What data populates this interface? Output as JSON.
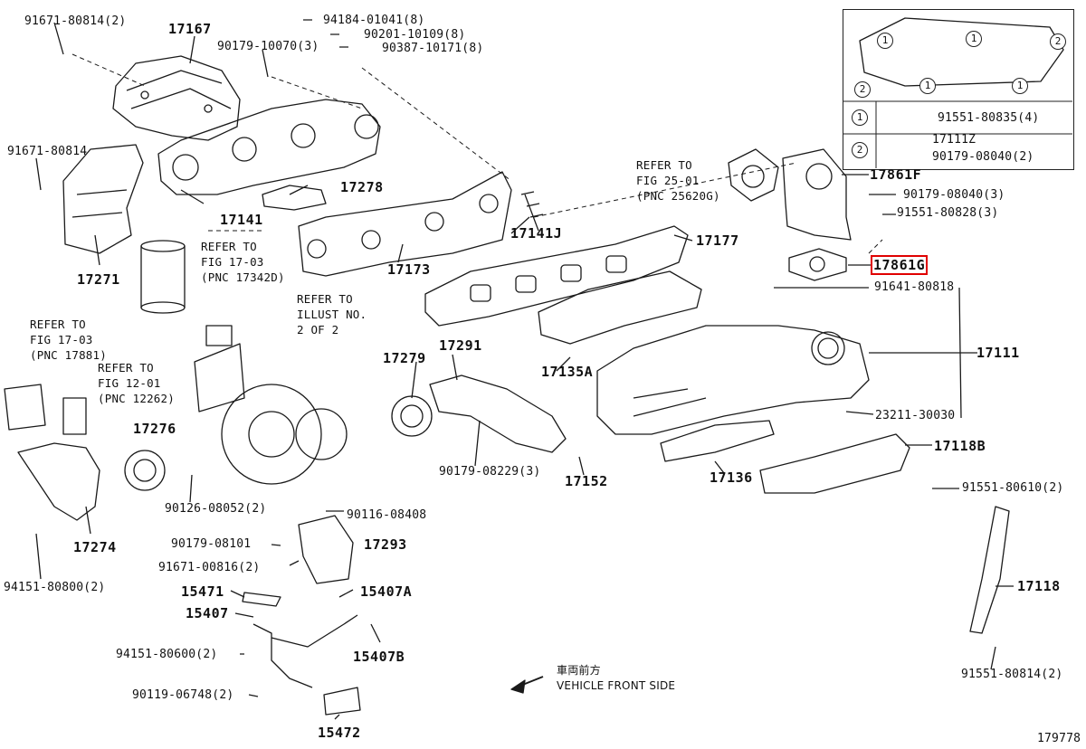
{
  "labels": {
    "p91671_80814_2": "91671-80814(2)",
    "p17167": "17167",
    "p90179_10070_3": "90179-10070(3)",
    "p94184_01041_8": "94184-01041(8)",
    "p90201_10109_8": "90201-10109(8)",
    "p90387_10171_8": "90387-10171(8)",
    "p91671_80814": "91671-80814",
    "p17278": "17278",
    "p17141": "17141",
    "p17271": "17271",
    "p17141J": "17141J",
    "p17177": "17177",
    "p17173": "17173",
    "p17861F": "17861F",
    "p90179_08040_3": "90179-08040(3)",
    "p91551_80828_3": "91551-80828(3)",
    "p17861G": "17861G",
    "p91641_80818": "91641-80818",
    "p17111": "17111",
    "p17135A": "17135A",
    "p17279": "17279",
    "p17291": "17291",
    "p23211_30030": "23211-30030",
    "p17276": "17276",
    "p17118B": "17118B",
    "p90179_08229_3": "90179-08229(3)",
    "p17152": "17152",
    "p17136": "17136",
    "p91551_80610_2": "91551-80610(2)",
    "p90126_08052_2": "90126-08052(2)",
    "p90116_08408": "90116-08408",
    "p90179_08101": "90179-08101",
    "p17293": "17293",
    "p91671_00816_2": "91671-00816(2)",
    "p17274": "17274",
    "p15471": "15471",
    "p15407A": "15407A",
    "p15407": "15407",
    "p17118": "17118",
    "p94151_80800_2": "94151-80800(2)",
    "p94151_80600_2": "94151-80600(2)",
    "p15407B": "15407B",
    "p90119_06748_2": "90119-06748(2)",
    "p15472": "15472",
    "p91551_80814_2": "91551-80814(2)"
  },
  "inset": {
    "row1_num": "1",
    "row1_part": "91551-80835(4)",
    "row2_num": "2",
    "row2_part_a": "17111Z",
    "row2_part_b": "90179-08040(2)",
    "c1": "1",
    "c2": "2"
  },
  "refs": {
    "fig17_03": "REFER TO\nFIG 17-03\n(PNC 17342D)",
    "illust2": "REFER TO\nILLUST NO.\n2 OF 2",
    "fig17_03b": "REFER TO\nFIG 17-03\n(PNC 17881)",
    "fig12_01": "REFER TO\nFIG 12-01\n(PNC 12262)",
    "fig25_01": "REFER TO\nFIG 25-01\n(PNC 25620G)"
  },
  "front": {
    "jp": "車両前方",
    "en": "VEHICLE FRONT SIDE"
  },
  "figure_number": "179778",
  "highlight_color": "#e00000"
}
